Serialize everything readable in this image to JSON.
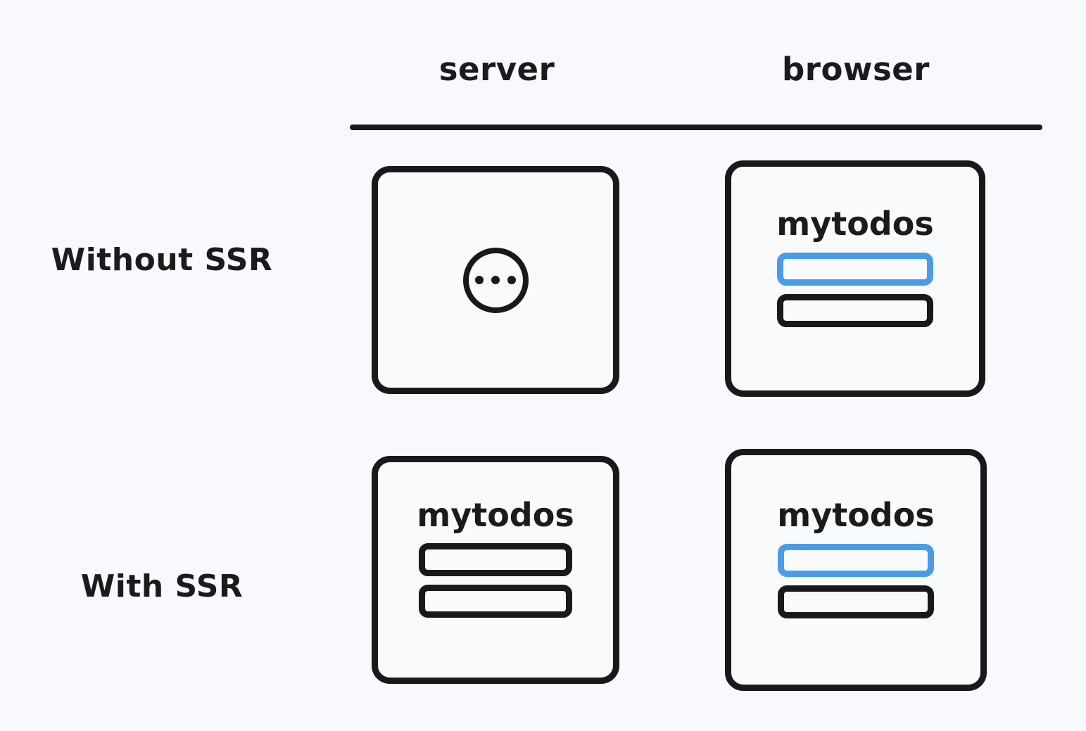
{
  "diagram": {
    "background_color": "#F7F9FC",
    "stroke_color": "#19191C",
    "accent_color": "#4A9BE8",
    "columns": [
      {
        "id": "server",
        "label": "server"
      },
      {
        "id": "browser",
        "label": "browser"
      }
    ],
    "rows": [
      {
        "id": "without-ssr",
        "label": "Without SSR"
      },
      {
        "id": "with-ssr",
        "label": "With SSR"
      }
    ]
  },
  "cells": {
    "server_without_ssr": {
      "state": "loading",
      "icon": "ellipsis-circle-icon",
      "dots": [
        "•",
        "•",
        "•"
      ]
    },
    "browser_without_ssr": {
      "state": "rendered",
      "app_title": "mytodos",
      "todos": [
        {
          "index": 1,
          "highlighted": true
        },
        {
          "index": 2,
          "highlighted": false
        }
      ]
    },
    "server_with_ssr": {
      "state": "rendered",
      "app_title": "mytodos",
      "todos": [
        {
          "index": 1,
          "highlighted": false
        },
        {
          "index": 2,
          "highlighted": false
        }
      ]
    },
    "browser_with_ssr": {
      "state": "rendered",
      "app_title": "mytodos",
      "todos": [
        {
          "index": 1,
          "highlighted": true
        },
        {
          "index": 2,
          "highlighted": false
        }
      ]
    }
  }
}
